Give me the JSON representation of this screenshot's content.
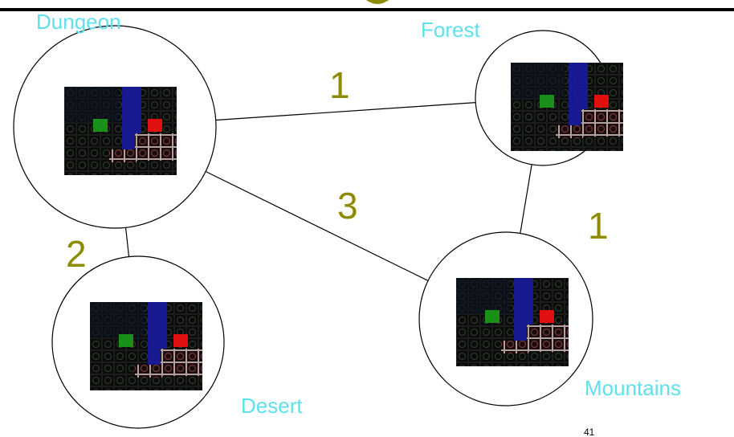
{
  "colors": {
    "node_label": "#5fe0ec",
    "edge_weight": "#8c8c00",
    "edge": "#000000",
    "tile_bg": "#0b0b0b",
    "player": "#1a8f1a",
    "river": "#1a1aa8",
    "goal": "#e01010"
  },
  "nodes": [
    {
      "id": "dungeon",
      "label": "Dungeon"
    },
    {
      "id": "forest",
      "label": "Forest"
    },
    {
      "id": "desert",
      "label": "Desert"
    },
    {
      "id": "mountains",
      "label": "Mountains"
    }
  ],
  "edges": [
    {
      "from": "dungeon",
      "to": "forest",
      "weight": "1"
    },
    {
      "from": "dungeon",
      "to": "mountains",
      "weight": "3"
    },
    {
      "from": "dungeon",
      "to": "desert",
      "weight": "2"
    },
    {
      "from": "forest",
      "to": "mountains",
      "weight": "1"
    }
  ],
  "page_number": "41"
}
